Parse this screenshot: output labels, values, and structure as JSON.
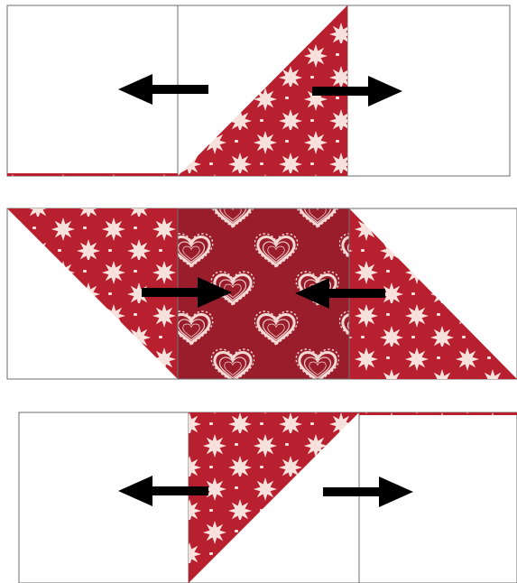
{
  "colors": {
    "background": "#ffffff",
    "square_outline": "#6e6e6e",
    "fabric_star": "#b8202f",
    "fabric_star_motif": "#f7e1dc",
    "fabric_heart": "#9a1d2b",
    "fabric_heart_motif": "#f4d9d4",
    "pressing_arrow": "#000000"
  },
  "fabrics": {
    "star_print": "red-snowflake-print",
    "heart_print": "red-heart-print"
  },
  "rows": [
    {
      "name": "row-1",
      "pressing_directions": [
        "left",
        "right"
      ]
    },
    {
      "name": "row-2",
      "pressing_directions": [
        "right",
        "left"
      ]
    },
    {
      "name": "row-3",
      "pressing_directions": [
        "left",
        "right"
      ]
    }
  ],
  "icons": {
    "arrow": "pressing-arrow-icon",
    "star": "snowflake-motif-icon",
    "heart": "heart-motif-icon"
  }
}
